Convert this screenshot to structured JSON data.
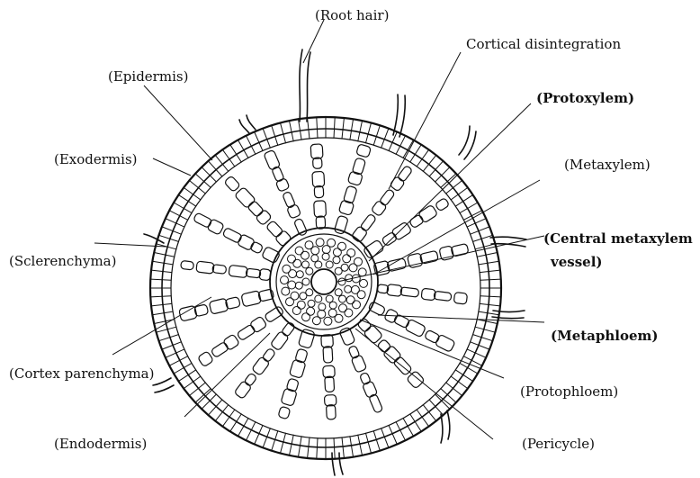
{
  "labels": {
    "root_hair": "(Root hair)",
    "cortical_disintegration": "Cortical disintegration",
    "epidermis": "(Epidermis)",
    "protoxylem": "(Protoxylem)",
    "exodermis": "(Exodermis)",
    "metaxylem": "(Metaxylem)",
    "central_metaxylem_line1": "(Central metaxylem",
    "central_metaxylem_line2": "vessel)",
    "sclerenchyma": "(Sclerenchyma)",
    "metaphloem": "(Metaphloem)",
    "cortex_parenchyma": "(Cortex parenchyma)",
    "protophloem": "(Protophloem)",
    "endodermis": "(Endodermis)",
    "pericycle": "(Pericycle)"
  },
  "colors": {
    "ink": "#111111",
    "background": "#ffffff"
  }
}
